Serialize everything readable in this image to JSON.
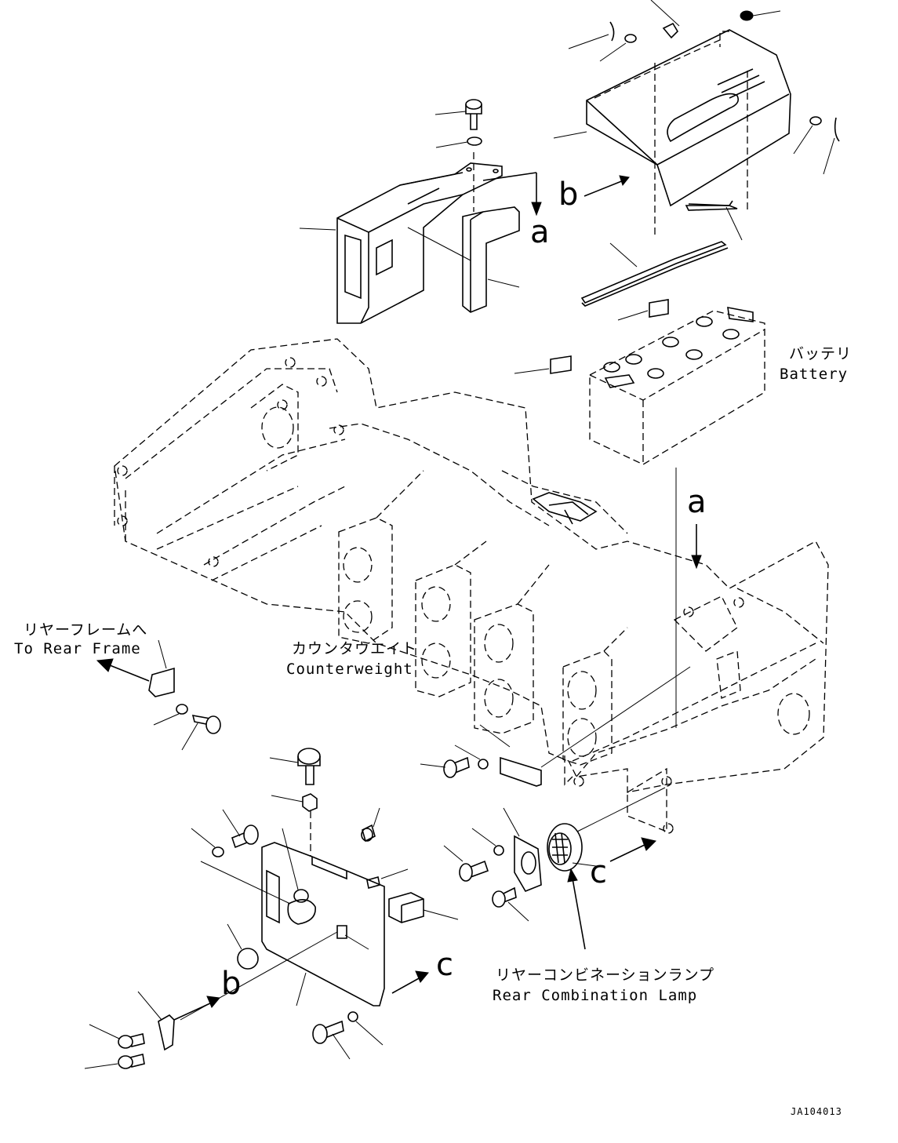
{
  "labels": {
    "battery_jp": "バッテリ",
    "battery_en": "Battery",
    "to_rear_frame_jp": "リヤーフレームへ",
    "to_rear_frame_en": "To Rear Frame",
    "counterweight_jp": "カウンタウエイト",
    "counterweight_en": "Counterweight",
    "rear_lamp_jp": "リヤーコンビネーションランプ",
    "rear_lamp_en": "Rear Combination Lamp"
  },
  "callouts": {
    "a": "a",
    "b": "b",
    "c": "c"
  },
  "drawing_code": "JA104013"
}
